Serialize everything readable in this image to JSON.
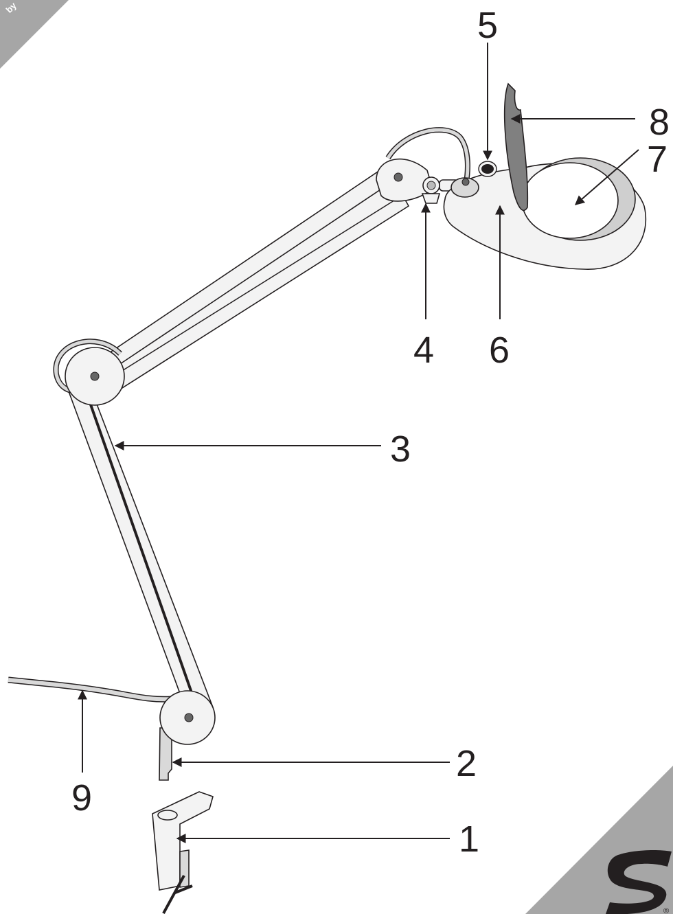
{
  "corner_tab": {
    "text": "by",
    "color": "#a6a6a6"
  },
  "brand": {
    "logo": "S",
    "registered": "®",
    "color": "#231f20",
    "corner_color": "#a6a6a6"
  },
  "callouts": [
    {
      "id": "1",
      "label": "1",
      "part": "clamp"
    },
    {
      "id": "2",
      "label": "2",
      "part": "mounting-post"
    },
    {
      "id": "3",
      "label": "3",
      "part": "arm"
    },
    {
      "id": "4",
      "label": "4",
      "part": "tilt-joint"
    },
    {
      "id": "5",
      "label": "5",
      "part": "switch"
    },
    {
      "id": "6",
      "label": "6",
      "part": "lamp-head"
    },
    {
      "id": "7",
      "label": "7",
      "part": "lens"
    },
    {
      "id": "8",
      "label": "8",
      "part": "lens-cover"
    },
    {
      "id": "9",
      "label": "9",
      "part": "power-cord"
    }
  ],
  "colors": {
    "line": "#231f20",
    "body": "#f3f3f3",
    "shade": "#d9d9d9",
    "cover": "#808080",
    "light_ring": "#cfcfcf"
  }
}
